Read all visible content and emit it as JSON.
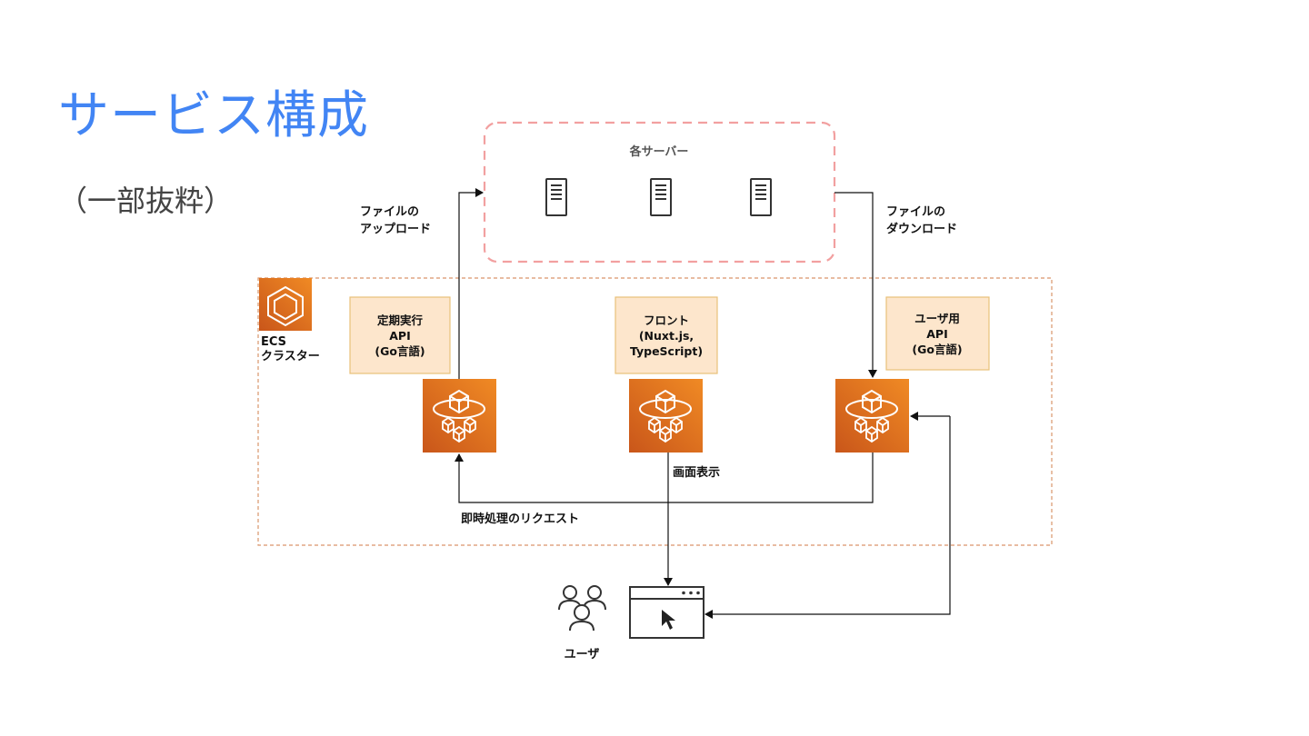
{
  "slide": {
    "title": "サービス構成",
    "subtitle": "（一部抜粋）"
  },
  "diagram": {
    "servers_group": {
      "label": "各サーバー"
    },
    "cluster": {
      "label_line1": "ECS",
      "label_line2": "クラスター"
    },
    "services": [
      {
        "lines": [
          "定期実行",
          "API",
          "(Go言語)"
        ]
      },
      {
        "lines": [
          "フロント",
          "(Nuxt.js,",
          "TypeScript)"
        ]
      },
      {
        "lines": [
          "ユーザ用",
          "API",
          "(Go言語)"
        ]
      }
    ],
    "edge_labels": {
      "upload_line1": "ファイルの",
      "upload_line2": "アップロード",
      "download_line1": "ファイルの",
      "download_line2": "ダウンロード",
      "screen_display": "画面表示",
      "immediate_request": "即時処理のリクエスト"
    },
    "user": {
      "label": "ユーザ"
    },
    "colors": {
      "title_blue": "#4285f4",
      "aws_orange": "#e8731e",
      "aws_orange_dark": "#c65b14",
      "note_fill": "#fde6cc",
      "note_border": "#e8c07a",
      "server_group_border": "#f2a0a0",
      "cluster_border": "#d9956a"
    }
  }
}
